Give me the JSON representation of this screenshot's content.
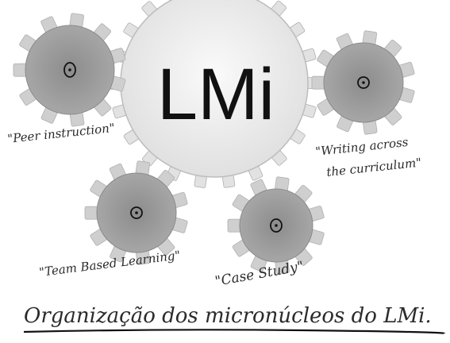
{
  "center": {
    "label": "LMi"
  },
  "gears": [
    {
      "label": "\"Peer instruction\""
    },
    {
      "label_line1": "\"Writing across",
      "label_line2": "the curriculum\""
    },
    {
      "label": "\"Team Based Learning\""
    },
    {
      "label": "\"Case Study\""
    }
  ],
  "title": "Organização dos micronúcleos do LMi.",
  "colors": {
    "gear": "#9a9a9a",
    "tooth": "#cfcfcf",
    "center_fill": "#ececec",
    "ink": "#111111"
  }
}
